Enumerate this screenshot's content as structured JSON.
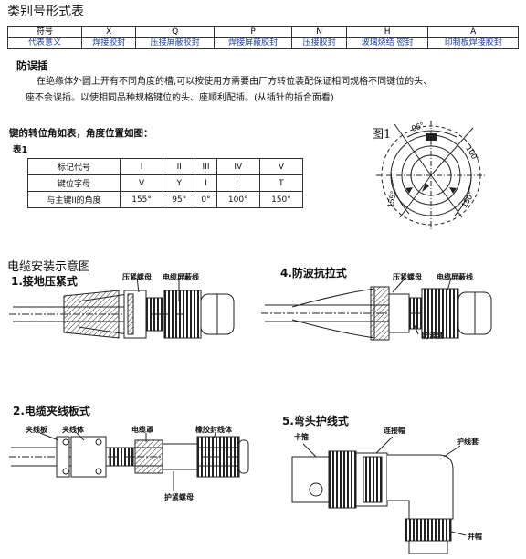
{
  "page_title": "类别号形式表",
  "category_table": {
    "header_row": [
      "符号",
      "X",
      "Q",
      "P",
      "N",
      "H",
      "A"
    ],
    "meaning_row": [
      "代表意义",
      "焊接胶封",
      "压接屏蔽胶封",
      "焊接屏蔽胶封",
      "压接胶封",
      "玻璃烧结 密封",
      "印制板焊接胶封"
    ]
  },
  "anti_misplug": {
    "heading": "防误插",
    "line1": "在绝缘体外圆上开有不同角度的槽,可以按使用方需要由厂方转位装配保证相同规格不同键位的头、",
    "line2": "座不会误插。以使相同品种规格键位的头、座顺利配插。(从插针的插合面看)"
  },
  "key_intro": "键的转位角如表，角度位置如图：",
  "table1_label": "表1",
  "figure1_label": "图1",
  "key_table": {
    "rows": [
      [
        "标记代号",
        "I",
        "II",
        "III",
        "IV",
        "V"
      ],
      [
        "键位字母",
        "V",
        "Y",
        "I",
        "L",
        "T"
      ],
      [
        "与主键II的角度",
        "155°",
        "95°",
        "0°",
        "100°",
        "150°"
      ]
    ]
  },
  "figure1": {
    "angle_labels": [
      "95°",
      "100°",
      "155°",
      "150°"
    ]
  },
  "install_title": "电缆安装示意图",
  "diagrams": {
    "d1": {
      "title": "1.接地压紧式",
      "labels": [
        "压紧螺母",
        "电缆屏蔽线"
      ]
    },
    "d4": {
      "title": "4.防波抗拉式",
      "labels": [
        "压紧螺母",
        "电缆屏蔽线",
        "防波套"
      ]
    },
    "d2": {
      "title": "2.电缆夹线板式",
      "labels": [
        "夹线板",
        "夹线体",
        "电缆罩",
        "橡胶封线体",
        "护紧螺母"
      ]
    },
    "d5": {
      "title": "5.弯头护线式",
      "labels": [
        "卡箍",
        "连接帽",
        "护线套",
        "并帽"
      ]
    }
  }
}
